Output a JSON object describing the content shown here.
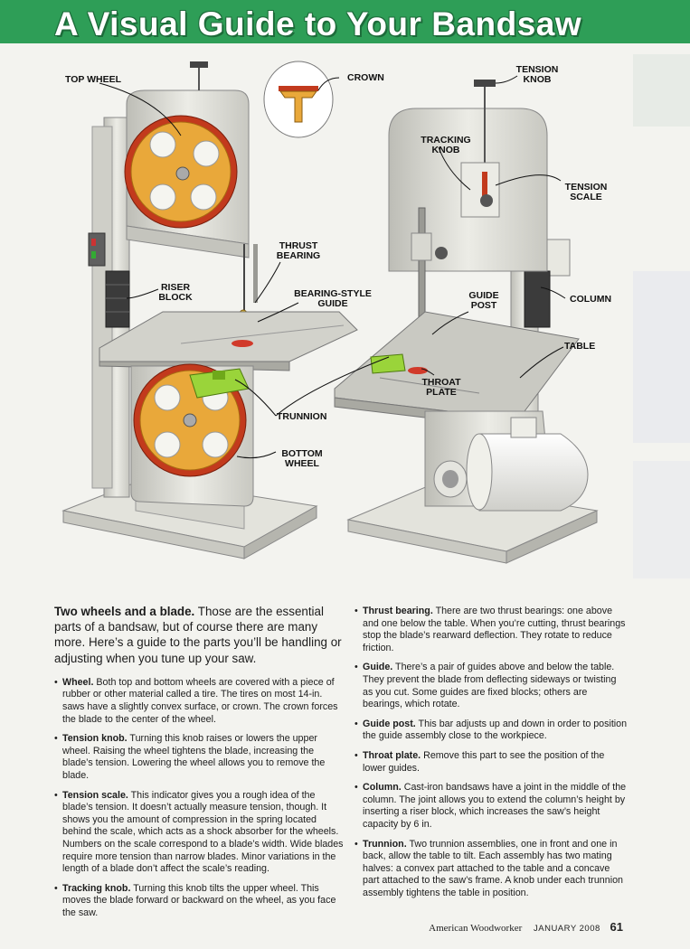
{
  "title": "A Visual Guide to Your Bandsaw",
  "labels": {
    "top_wheel": "TOP WHEEL",
    "crown": "CROWN",
    "tension_knob_1": "TENSION",
    "tension_knob_2": "KNOB",
    "tracking_knob_1": "TRACKING",
    "tracking_knob_2": "KNOB",
    "tension_scale_1": "TENSION",
    "tension_scale_2": "SCALE",
    "thrust_bearing_1": "THRUST",
    "thrust_bearing_2": "BEARING",
    "riser_block_1": "RISER",
    "riser_block_2": "BLOCK",
    "bearing_guide_1": "BEARING-STYLE",
    "bearing_guide_2": "GUIDE",
    "guide_post_1": "GUIDE",
    "guide_post_2": "POST",
    "column": "COLUMN",
    "table": "TABLE",
    "throat_plate_1": "THROAT",
    "throat_plate_2": "PLATE",
    "trunnion": "TRUNNION",
    "bottom_wheel_1": "BOTTOM",
    "bottom_wheel_2": "WHEEL"
  },
  "intro": {
    "lead": "Two wheels and a blade.",
    "text": " Those are the essential parts of a bandsaw, but of course there are many more. Here’s a guide to the parts you’ll be handling or adjusting when you tune up your saw."
  },
  "items_left": [
    {
      "term": "Wheel.",
      "text": " Both top and bottom wheels are covered with a piece of rubber or other material called a tire. The tires on most 14-in. saws have a slightly convex surface, or crown. The crown forces the blade to the center of the wheel."
    },
    {
      "term": "Tension knob.",
      "text": " Turning this knob raises or lowers the upper wheel. Raising the wheel tightens the blade, increasing the blade’s tension. Lowering the wheel allows you to remove the blade."
    },
    {
      "term": "Tension scale.",
      "text": " This indicator gives you a rough idea of the blade’s tension. It doesn’t actually measure tension, though. It shows you the amount of compression in the spring located behind the scale, which acts as a shock absorber for the wheels. Numbers on the scale correspond to a blade’s width. Wide blades require more tension than narrow blades. Minor variations in the length of a blade don’t affect the scale’s reading."
    },
    {
      "term": "Tracking knob.",
      "text": " Turning this knob tilts the upper wheel. This moves the blade forward or backward on the wheel, as you face the saw."
    }
  ],
  "items_right": [
    {
      "term": "Thrust bearing.",
      "text": " There are two thrust bearings: one above and one below the table. When you’re cutting, thrust bearings stop the blade’s rearward deflection. They rotate to reduce friction."
    },
    {
      "term": "Guide.",
      "text": " There’s a pair of guides above and below the table. They prevent the blade from deflecting sideways or twisting as you cut. Some guides are fixed blocks; others are bearings, which rotate."
    },
    {
      "term": "Guide post.",
      "text": " This bar adjusts up and down in order to position the guide assembly close to the workpiece."
    },
    {
      "term": "Throat plate.",
      "text": " Remove this part to see the position of the lower guides."
    },
    {
      "term": "Column.",
      "text": " Cast-iron bandsaws have a joint in the middle of the column. The joint allows you to extend the column’s height by inserting a riser block, which increases the saw’s height capacity by 6 in."
    },
    {
      "term": "Trunnion.",
      "text": " Two trunnion assemblies, one in front and one in back, allow the table to tilt. Each assembly has two mating halves: a convex part attached to the table and a concave part attached to the saw’s frame. A knob under each trunnion assembly tightens the table in position."
    }
  ],
  "footer": {
    "magazine": "American Woodworker",
    "date": "JANUARY 2008",
    "page": "61"
  },
  "colors": {
    "title_bar": "#2e9e57",
    "wheel": "#e9a83a",
    "tire": "#c23a1d",
    "guide_green": "#9ad43a",
    "metal": "#dcdcd6"
  }
}
